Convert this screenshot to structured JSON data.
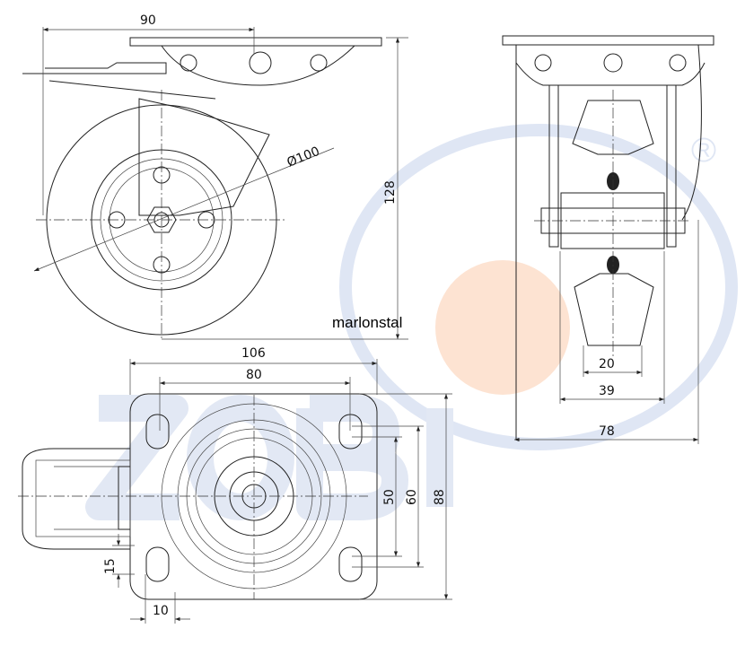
{
  "drawing": {
    "watermark_logo": "ZOBI",
    "registered_mark": "®",
    "brand_text": "marlonstal",
    "colors": {
      "watermark_blue": "#dfe6f4",
      "watermark_orange": "#fde3d2",
      "line": "#222222"
    },
    "side_view": {
      "dim_width": "90",
      "dim_diameter": "Ø100",
      "dim_height": "128"
    },
    "top_view": {
      "dim_plate_width": "106",
      "dim_hole_spacing_x": "80",
      "dim_hole_spacing_y_inner": "50",
      "dim_hole_spacing_y_outer": "60",
      "dim_plate_length": "88",
      "dim_brake_offset": "15",
      "dim_brake_width": "10"
    },
    "front_view": {
      "dim_tread_width": "20",
      "dim_hub_width": "39",
      "dim_overall_width": "78"
    }
  }
}
